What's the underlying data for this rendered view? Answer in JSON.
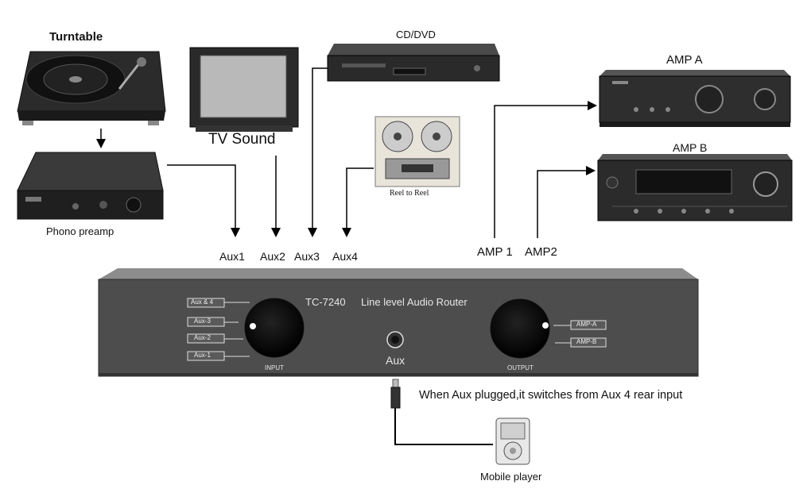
{
  "devices": {
    "turntable": "Turntable",
    "phono_preamp": "Phono preamp",
    "tv_sound": "TV Sound",
    "cd_dvd": "CD/DVD",
    "reel_to_reel": "Reel to Reel",
    "amp_a": "AMP A",
    "amp_b": "AMP B",
    "mobile_player": "Mobile player"
  },
  "inputs": {
    "aux1": "Aux1",
    "aux2": "Aux2",
    "aux3": "Aux3",
    "aux4": "Aux4"
  },
  "outputs": {
    "amp1": "AMP 1",
    "amp2": "AMP2"
  },
  "router": {
    "model": "TC-7240",
    "description": "Line level Audio Router",
    "input_positions": [
      "Aux & 4",
      "Aux-3",
      "Aux-2",
      "Aux-1"
    ],
    "input_knob_label": "INPUT",
    "output_positions": [
      "AMP-A",
      "AMP-B"
    ],
    "output_knob_label": "OUTPUT",
    "aux_jack_label": "Aux"
  },
  "note": "When Aux plugged,it switches from Aux 4 rear input"
}
